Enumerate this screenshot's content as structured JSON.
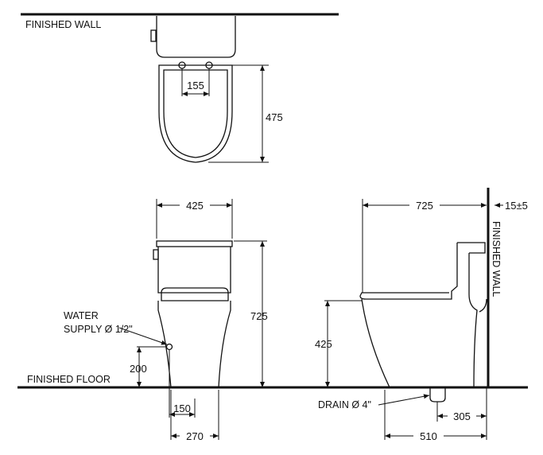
{
  "labels": {
    "finished_wall_top": "FINISHED WALL",
    "finished_wall_side": "FINISHED WALL",
    "finished_floor": "FINISHED FLOOR",
    "water_supply_line1": "WATER",
    "water_supply_line2": "SUPPLY Ø 1/2\"",
    "drain": "DRAIN Ø 4\""
  },
  "dimensions": {
    "mount_hole_spacing": "155",
    "top_depth": "475",
    "front_width": "425",
    "front_height": "725",
    "supply_height": "200",
    "supply_offset": "150",
    "base_width": "270",
    "side_length": "725",
    "wall_gap": "15±5",
    "seat_height": "425",
    "drain_offset": "305",
    "side_base": "510"
  }
}
